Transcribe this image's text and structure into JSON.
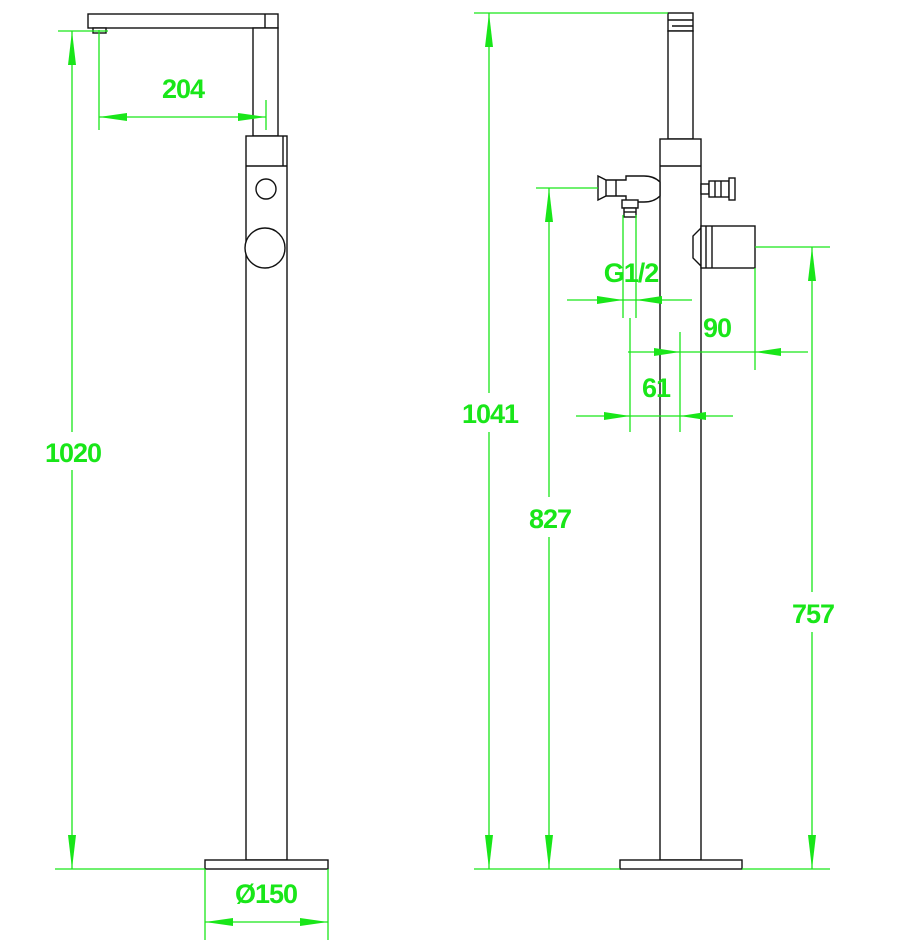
{
  "colors": {
    "dimension": "#19e619",
    "outline": "#111111",
    "background": "#ffffff"
  },
  "front_view": {
    "spout_reach": "204",
    "overall_height": "1020",
    "base_diameter": "Ø150"
  },
  "side_view": {
    "overall_height": "1041",
    "inlet_height": "827",
    "outlet_height": "757",
    "thread_size": "G1/2",
    "outlet_depth": "90",
    "inlet_offset": "61"
  }
}
